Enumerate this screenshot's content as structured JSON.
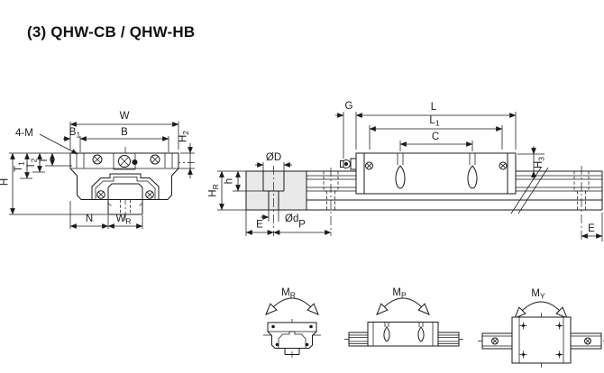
{
  "title": "(3) QHW-CB / QHW-HB",
  "colors": {
    "ink": "#1a1a1a",
    "rail_section_fill": "#e9e9e9",
    "paper": "#ffffff"
  },
  "labels": {
    "front": {
      "w": {
        "b": "W",
        "s": ""
      },
      "b1": {
        "b": "B",
        "s": "1"
      },
      "b": {
        "b": "B",
        "s": ""
      },
      "four_m": {
        "b": "4-M",
        "s": ""
      },
      "h2": {
        "b": "H",
        "s": "2"
      },
      "t1": {
        "b": "T",
        "s": "1"
      },
      "t2": {
        "b": "T",
        "s": "2"
      },
      "t": {
        "b": "T",
        "s": ""
      },
      "h": {
        "b": "H",
        "s": ""
      },
      "n": {
        "b": "N",
        "s": ""
      },
      "wr": {
        "b": "W",
        "s": "R"
      }
    },
    "rail_section": {
      "dia_D": {
        "b": "ØD",
        "s": ""
      },
      "h": {
        "b": "h",
        "s": ""
      },
      "hr": {
        "b": "H",
        "s": "R"
      },
      "dia_d": {
        "b": "Ød",
        "s": ""
      },
      "e": {
        "b": "E",
        "s": ""
      },
      "p": {
        "b": "P",
        "s": ""
      }
    },
    "side": {
      "g": {
        "b": "G",
        "s": ""
      },
      "l": {
        "b": "L",
        "s": ""
      },
      "l1": {
        "b": "L",
        "s": "1"
      },
      "c": {
        "b": "C",
        "s": ""
      },
      "h3": {
        "b": "H",
        "s": "3"
      },
      "e": {
        "b": "E",
        "s": ""
      }
    },
    "moments": {
      "mr": {
        "b": "M",
        "s": "R"
      },
      "mp": {
        "b": "M",
        "s": "P"
      },
      "my": {
        "b": "M",
        "s": "Y"
      }
    }
  }
}
